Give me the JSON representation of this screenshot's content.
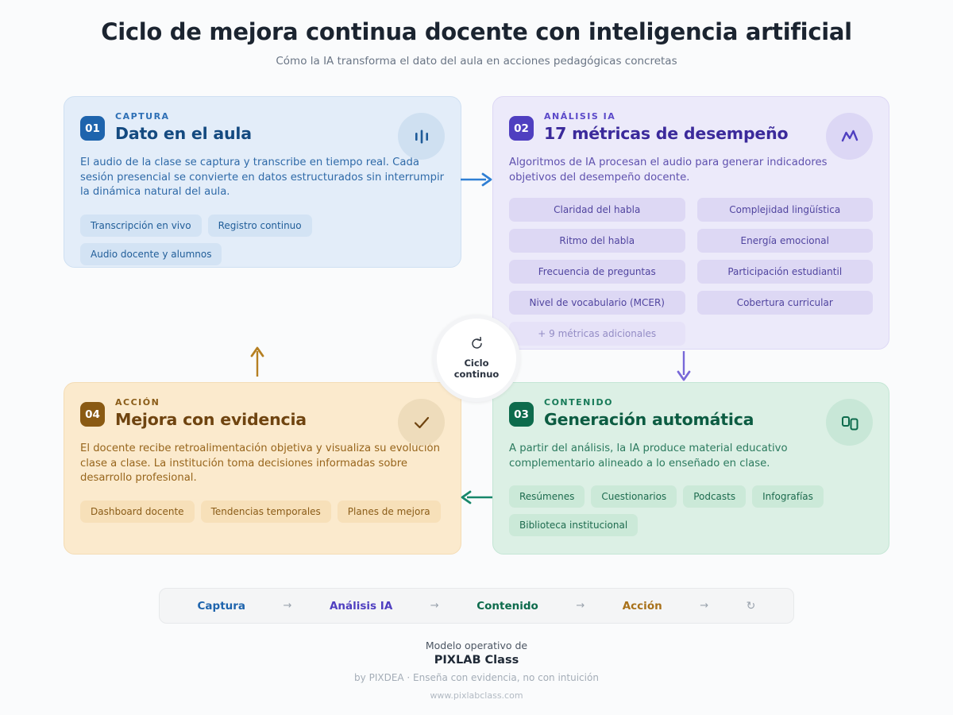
{
  "header": {
    "title": "Ciclo de mejora continua docente con inteligencia artificial",
    "subtitle": "Cómo la IA transforma el dato del aula en acciones pedagógicas concretas"
  },
  "cards": [
    {
      "number": "01",
      "kicker": "CAPTURA",
      "title": "Dato en el aula",
      "body": "El audio de la clase se captura y transcribe en tiempo real. Cada sesión presencial se convierte en datos estructurados sin interrumpir la dinámica natural del aula.",
      "icon": "audio-waveform-icon",
      "accent": "#1e64ad",
      "chips": [
        "Transcripción en vivo",
        "Registro continuo",
        "Audio docente y alumnos"
      ]
    },
    {
      "number": "02",
      "kicker": "ANÁLISIS IA",
      "title": "17 métricas de desempeño",
      "body": "Algoritmos de IA procesan el audio para generar indicadores objetivos del desempeño docente.",
      "icon": "activity-chart-icon",
      "accent": "#4f3fc0",
      "metrics": [
        "Claridad del habla",
        "Complejidad lingüística",
        "Ritmo del habla",
        "Energía emocional",
        "Frecuencia de preguntas",
        "Participación estudiantil",
        "Nivel de vocabulario (MCER)",
        "Cobertura curricular"
      ],
      "metrics_more": "+ 9 métricas adicionales"
    },
    {
      "number": "03",
      "kicker": "CONTENIDO",
      "title": "Generación automática",
      "body": "A partir del análisis, la IA produce material educativo complementario alineado a lo enseñado en clase.",
      "icon": "copy-blocks-icon",
      "accent": "#0d6b4c",
      "chips": [
        "Resúmenes",
        "Cuestionarios",
        "Podcasts",
        "Infografías",
        "Biblioteca institucional"
      ]
    },
    {
      "number": "04",
      "kicker": "ACCIÓN",
      "title": "Mejora con evidencia",
      "body": "El docente recibe retroalimentación objetiva y visualiza su evolución clase a clase. La institución toma decisiones informadas sobre desarrollo profesional.",
      "icon": "check-icon",
      "accent": "#8a5a13",
      "chips": [
        "Dashboard docente",
        "Tendencias temporales",
        "Planes de mejora"
      ]
    }
  ],
  "hub": {
    "icon": "refresh-cycle-icon",
    "label_line1": "Ciclo",
    "label_line2": "continuo"
  },
  "arrows": {
    "right_color": "#2f7fd4",
    "down_color": "#7868d8",
    "left_color": "#17876a",
    "up_color": "#b57f22"
  },
  "flow_bar": {
    "steps": [
      {
        "label": "Captura",
        "color": "#1e64ad"
      },
      {
        "label": "Análisis IA",
        "color": "#4f3fc0"
      },
      {
        "label": "Contenido",
        "color": "#0d6b4c"
      },
      {
        "label": "Acción",
        "color": "#a8711a"
      }
    ],
    "separator": "→",
    "loop_icon": "↻"
  },
  "footer": {
    "line1": "Modelo operativo de",
    "brand": "PIXLAB Class",
    "tagline": "by PIXDEA · Enseña con evidencia, no con intuición",
    "url": "www.pixlabclass.com"
  }
}
